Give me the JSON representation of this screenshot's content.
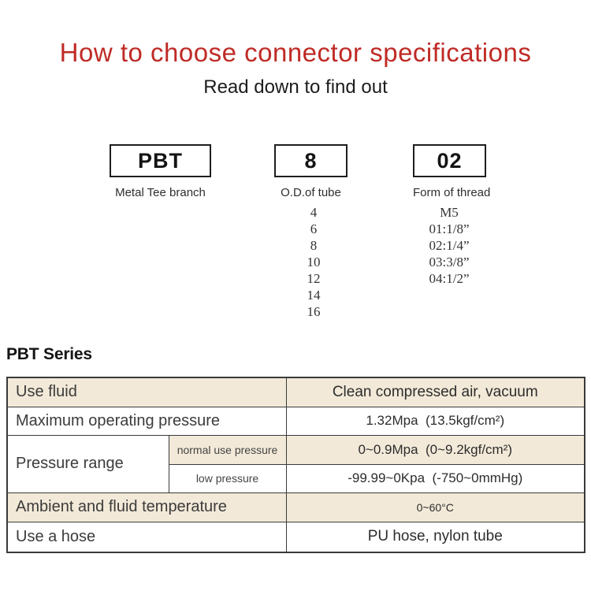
{
  "header": {
    "title": "How to choose connector specifications",
    "subtitle": "Read down to find out"
  },
  "selector": {
    "boxes": [
      {
        "code": "PBT",
        "label": "Metal Tee branch"
      },
      {
        "code": "8",
        "label": "O.D.of tube",
        "options": [
          "4",
          "6",
          "8",
          "10",
          "12",
          "14",
          "16"
        ]
      },
      {
        "code": "02",
        "label": "Form of thread",
        "options": [
          "M5",
          "01:1/8”",
          "02:1/4”",
          "03:3/8”",
          "04:1/2”"
        ]
      }
    ]
  },
  "series": {
    "heading": "PBT Series"
  },
  "spec_table": {
    "rows": [
      {
        "label": "Use fluid",
        "value": "Clean compressed air, vacuum"
      },
      {
        "label": "Maximum operating pressure",
        "value": "1.32Mpa  (13.5kgf/cm²)"
      },
      {
        "label": "Pressure range",
        "sub_label": "normal use pressure",
        "value": "0~0.9Mpa  (0~9.2kgf/cm²)"
      },
      {
        "sub_label": "low pressure",
        "value": "-99.99~0Kpa  (-750~0mmHg)"
      },
      {
        "label": "Ambient and fluid temperature",
        "value": "0~60°C"
      },
      {
        "label": "Use a hose",
        "value": "PU hose, nylon tube"
      }
    ]
  },
  "colors": {
    "title_red": "#bf2b26",
    "row_highlight_beige": "#f2e9d8",
    "table_border": "#3a3a3a"
  }
}
